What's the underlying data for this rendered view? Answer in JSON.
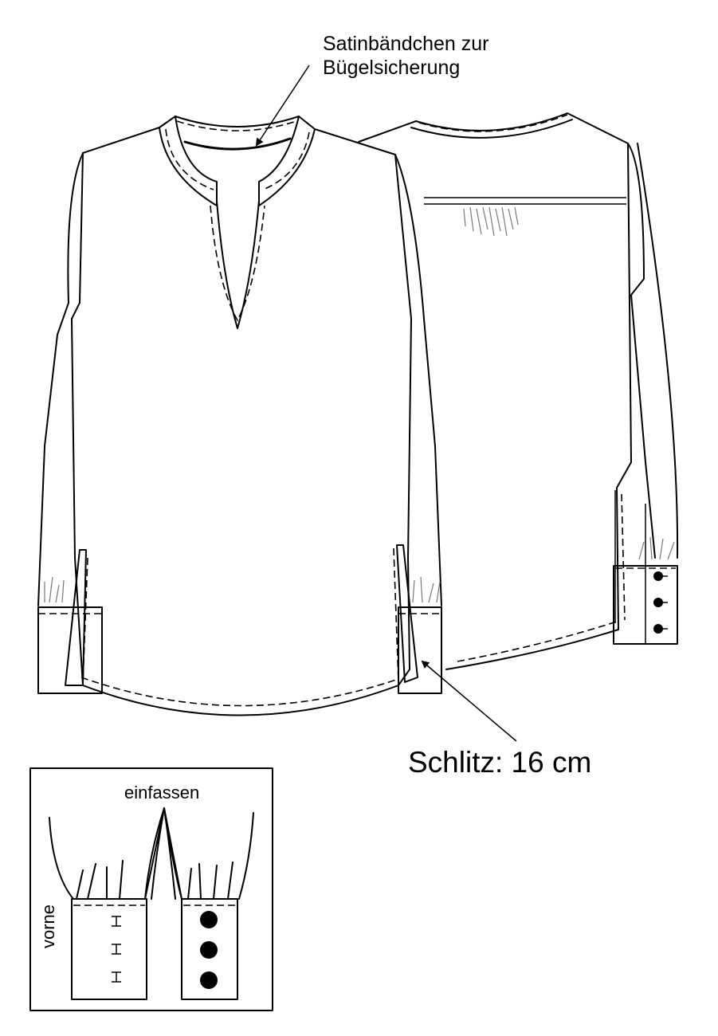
{
  "annotations": {
    "neck_tape": "Satinbändchen zur\nBügelsicherung",
    "side_slit": "Schlitz: 16 cm"
  },
  "detail_box": {
    "binding_label": "einfassen",
    "front_label": "vorne"
  },
  "colors": {
    "line": "#000000",
    "background": "#ffffff",
    "gather_lines": "#777777"
  }
}
